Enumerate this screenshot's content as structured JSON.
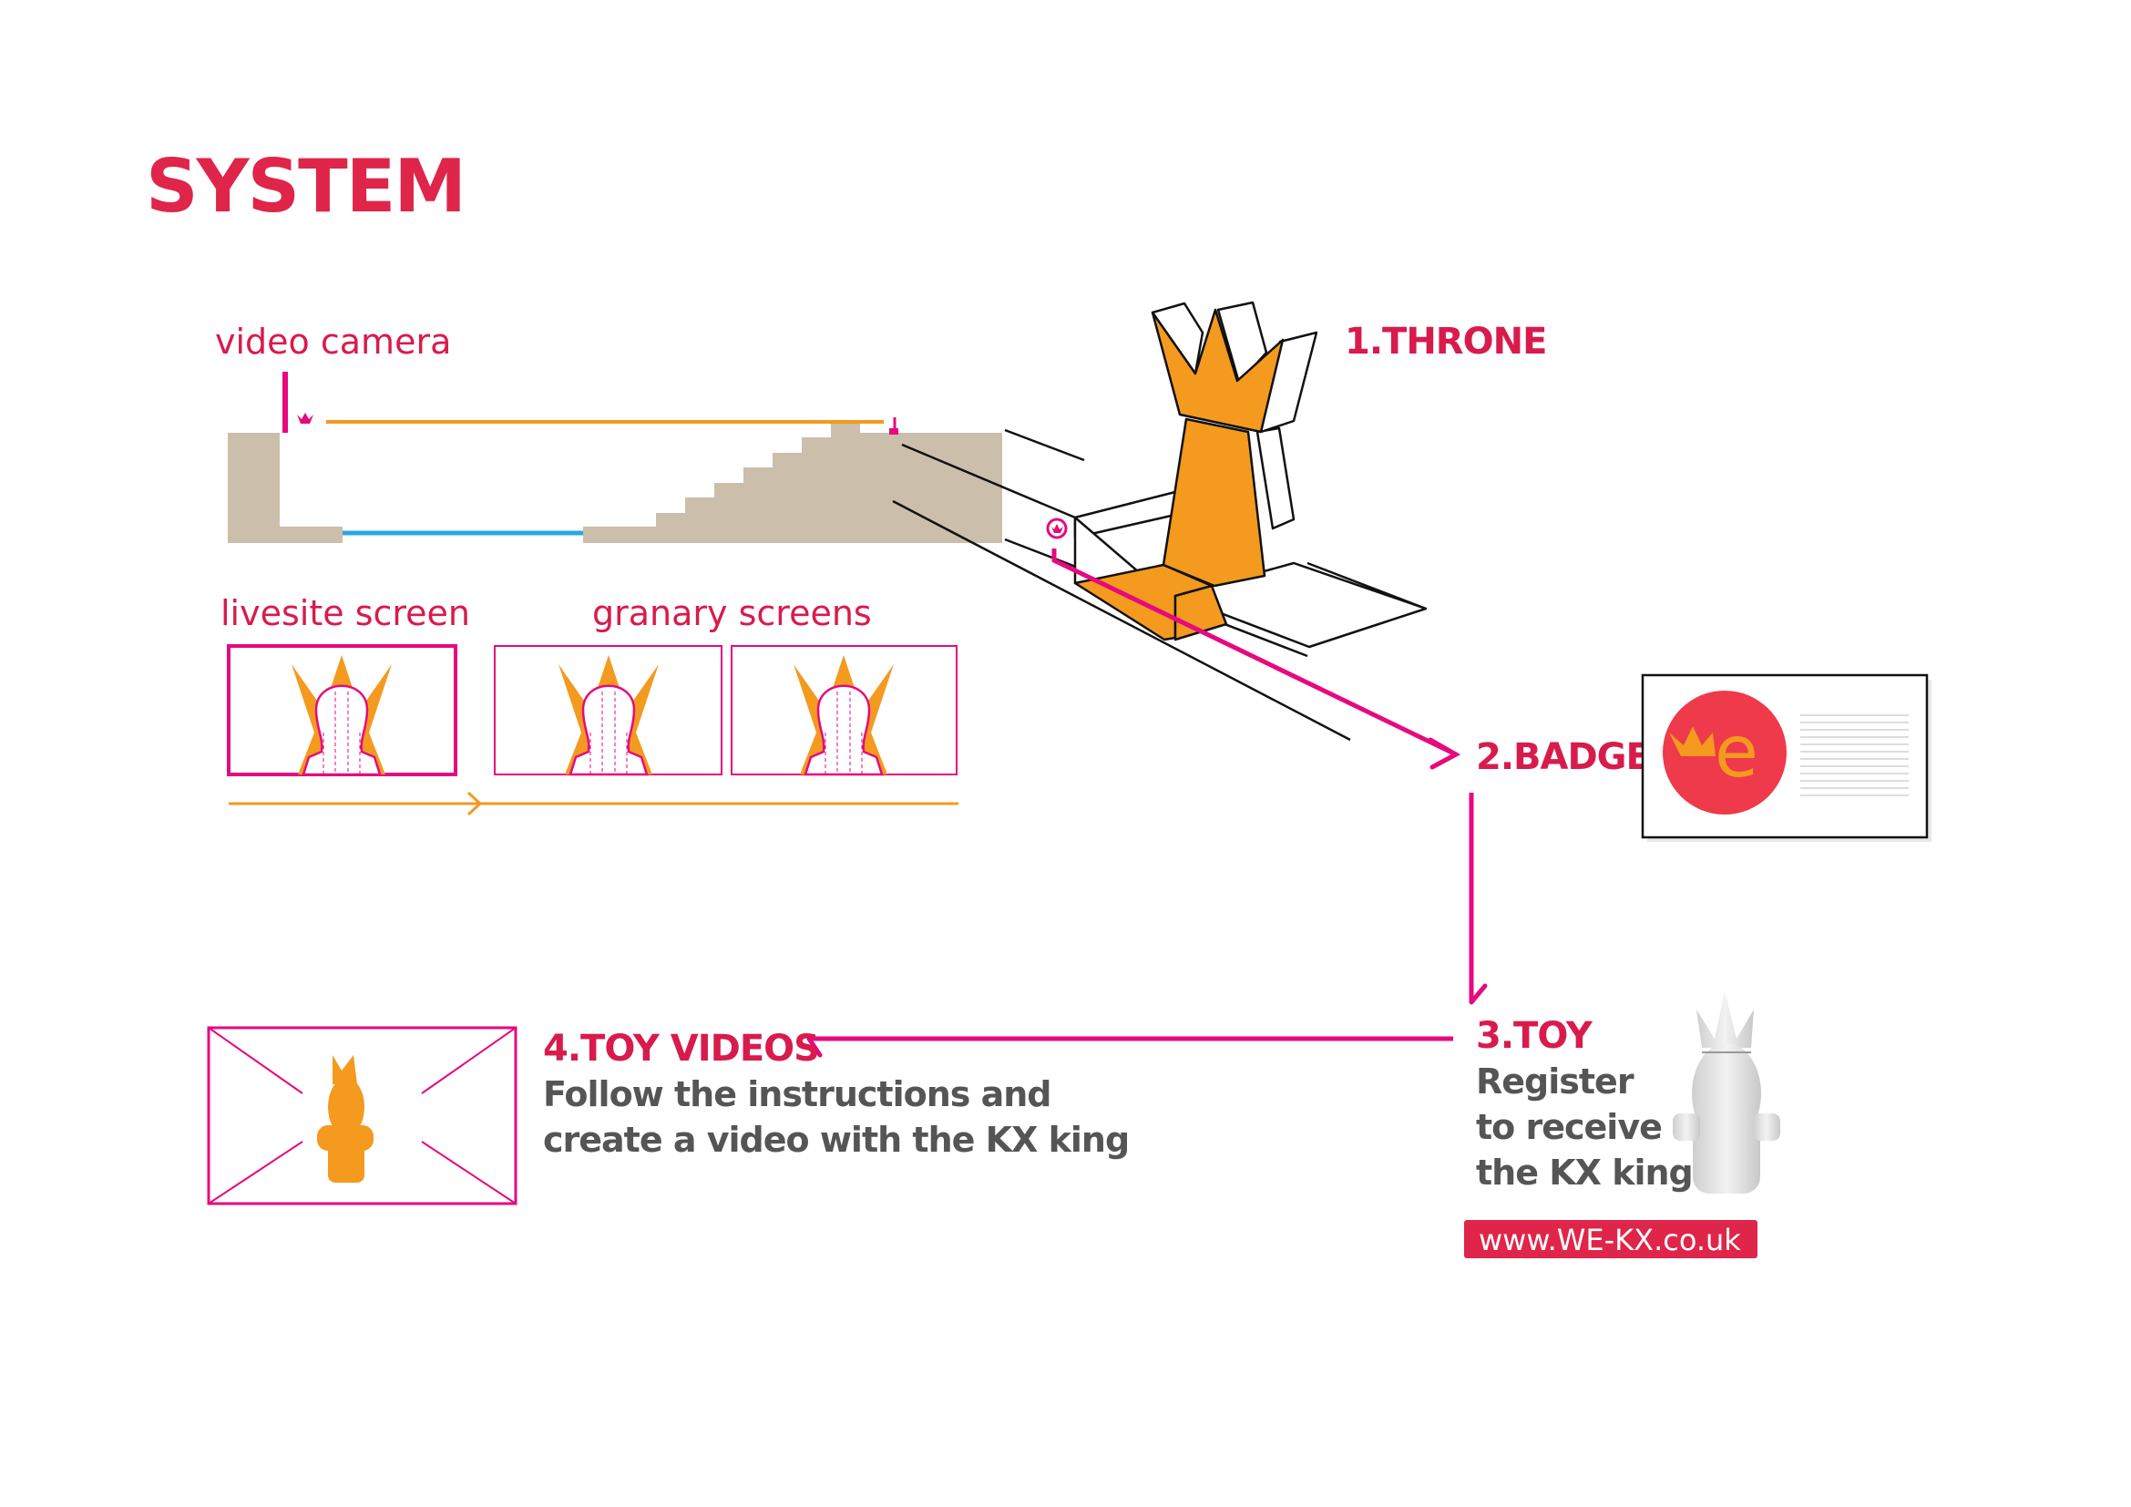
{
  "title": "SYSTEM",
  "colors": {
    "title": "#e0254a",
    "magenta": "#e6097f",
    "orange": "#f39a1f",
    "stone": "#cbbfab",
    "water": "#2aa8e0",
    "grey_text": "#555555",
    "badge_red": "#ee3a4a"
  },
  "labels": {
    "video_camera": "video camera",
    "livesite_screen": "livesite screen",
    "granary_screens": "granary screens"
  },
  "steps": [
    {
      "number": "1",
      "label": "1.THRONE"
    },
    {
      "number": "2",
      "label": "2.BADGE"
    },
    {
      "number": "3",
      "label": "3.TOY",
      "description": [
        "Register",
        "to receive",
        "the KX king"
      ]
    },
    {
      "number": "4",
      "label": "4.TOY VIDEOS",
      "description": [
        "Follow the instructions and",
        "create a video with the KX king"
      ]
    }
  ],
  "badge": {
    "logo_text": "e"
  },
  "url_button": "www.WE-KX.co.uk",
  "icons": [
    "crown-icon",
    "badge-logo-icon",
    "toy-figure-icon",
    "video-placeholder-icon",
    "arrow-right-icon"
  ]
}
